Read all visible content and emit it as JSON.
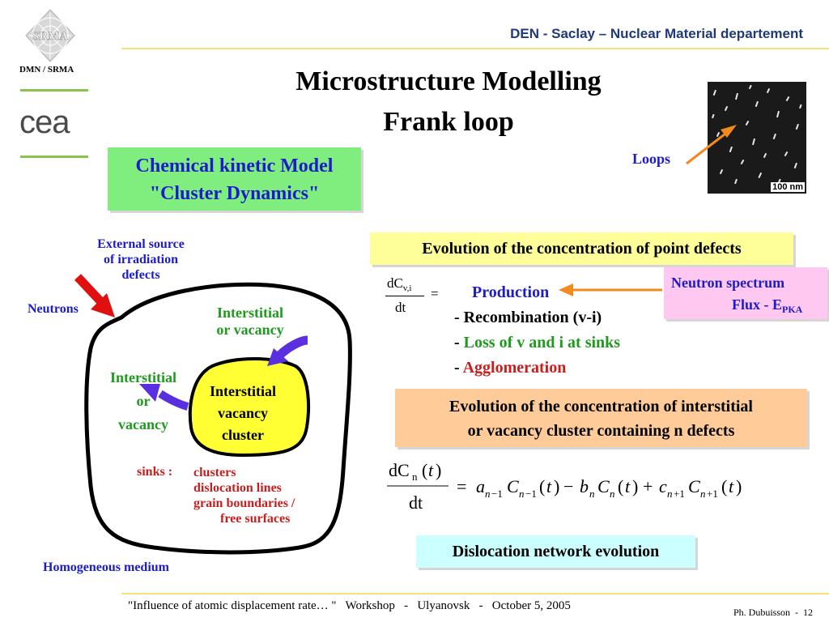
{
  "header": {
    "title": "DEN - Saclay – Nuclear Material departement",
    "logo_srma_text": "SRMA",
    "dmn_label": "DMN / SRMA",
    "cea_logo_text": "cea"
  },
  "title": {
    "line1": "Microstructure Modelling",
    "line2": "Frank loop"
  },
  "model_box": {
    "line1": "Chemical kinetic Model",
    "line2": "\"Cluster Dynamics\""
  },
  "micrograph": {
    "scale_bar": "100 nm",
    "loops_label": "Loops"
  },
  "diagram": {
    "external_source": [
      "External source",
      "of irradiation",
      "defects"
    ],
    "neutrons": "Neutrons",
    "interstitial_top": [
      "Interstitial",
      "or vacancy"
    ],
    "interstitial_left": [
      "Interstitial",
      "or",
      "vacancy"
    ],
    "cluster": [
      "Interstitial",
      "vacancy",
      "cluster"
    ],
    "sinks_label": "sinks :",
    "sinks_list": [
      "clusters",
      "dislocation lines",
      "grain boundaries /",
      "free surfaces"
    ],
    "medium": "Homogeneous medium"
  },
  "point_defects": {
    "box_title": "Evolution of the concentration of point defects",
    "eq_numerator": "dC",
    "eq_subscript": "v,i",
    "eq_denominator": "dt",
    "eq_equals": "=",
    "terms": [
      {
        "prefix": "",
        "text": "Production"
      },
      {
        "prefix": "- ",
        "text": "Recombination (v-i)"
      },
      {
        "prefix": "- ",
        "text": "Loss of v and i at sinks"
      },
      {
        "prefix": "- ",
        "text": "Agglomeration"
      }
    ]
  },
  "neutron_box": {
    "line1": "Neutron spectrum",
    "line2": "Flux - E",
    "line2_sub": "PKA"
  },
  "clusters": {
    "box_title_line1": "Evolution of the concentration of interstitial",
    "box_title_line2": "or vacancy cluster containing n defects"
  },
  "dislocation_box": "Dislocation network evolution",
  "footer": {
    "text": "\"Influence of atomic displacement rate… \"   Workshop   -   Ulyanovsk   -   October 5, 2005",
    "author": "Ph. Dubuisson  -  12"
  },
  "colors": {
    "blue": "#1c1cc9",
    "green": "#1f9a1f",
    "red": "#c81e1e",
    "orange": "#f28a1e"
  }
}
